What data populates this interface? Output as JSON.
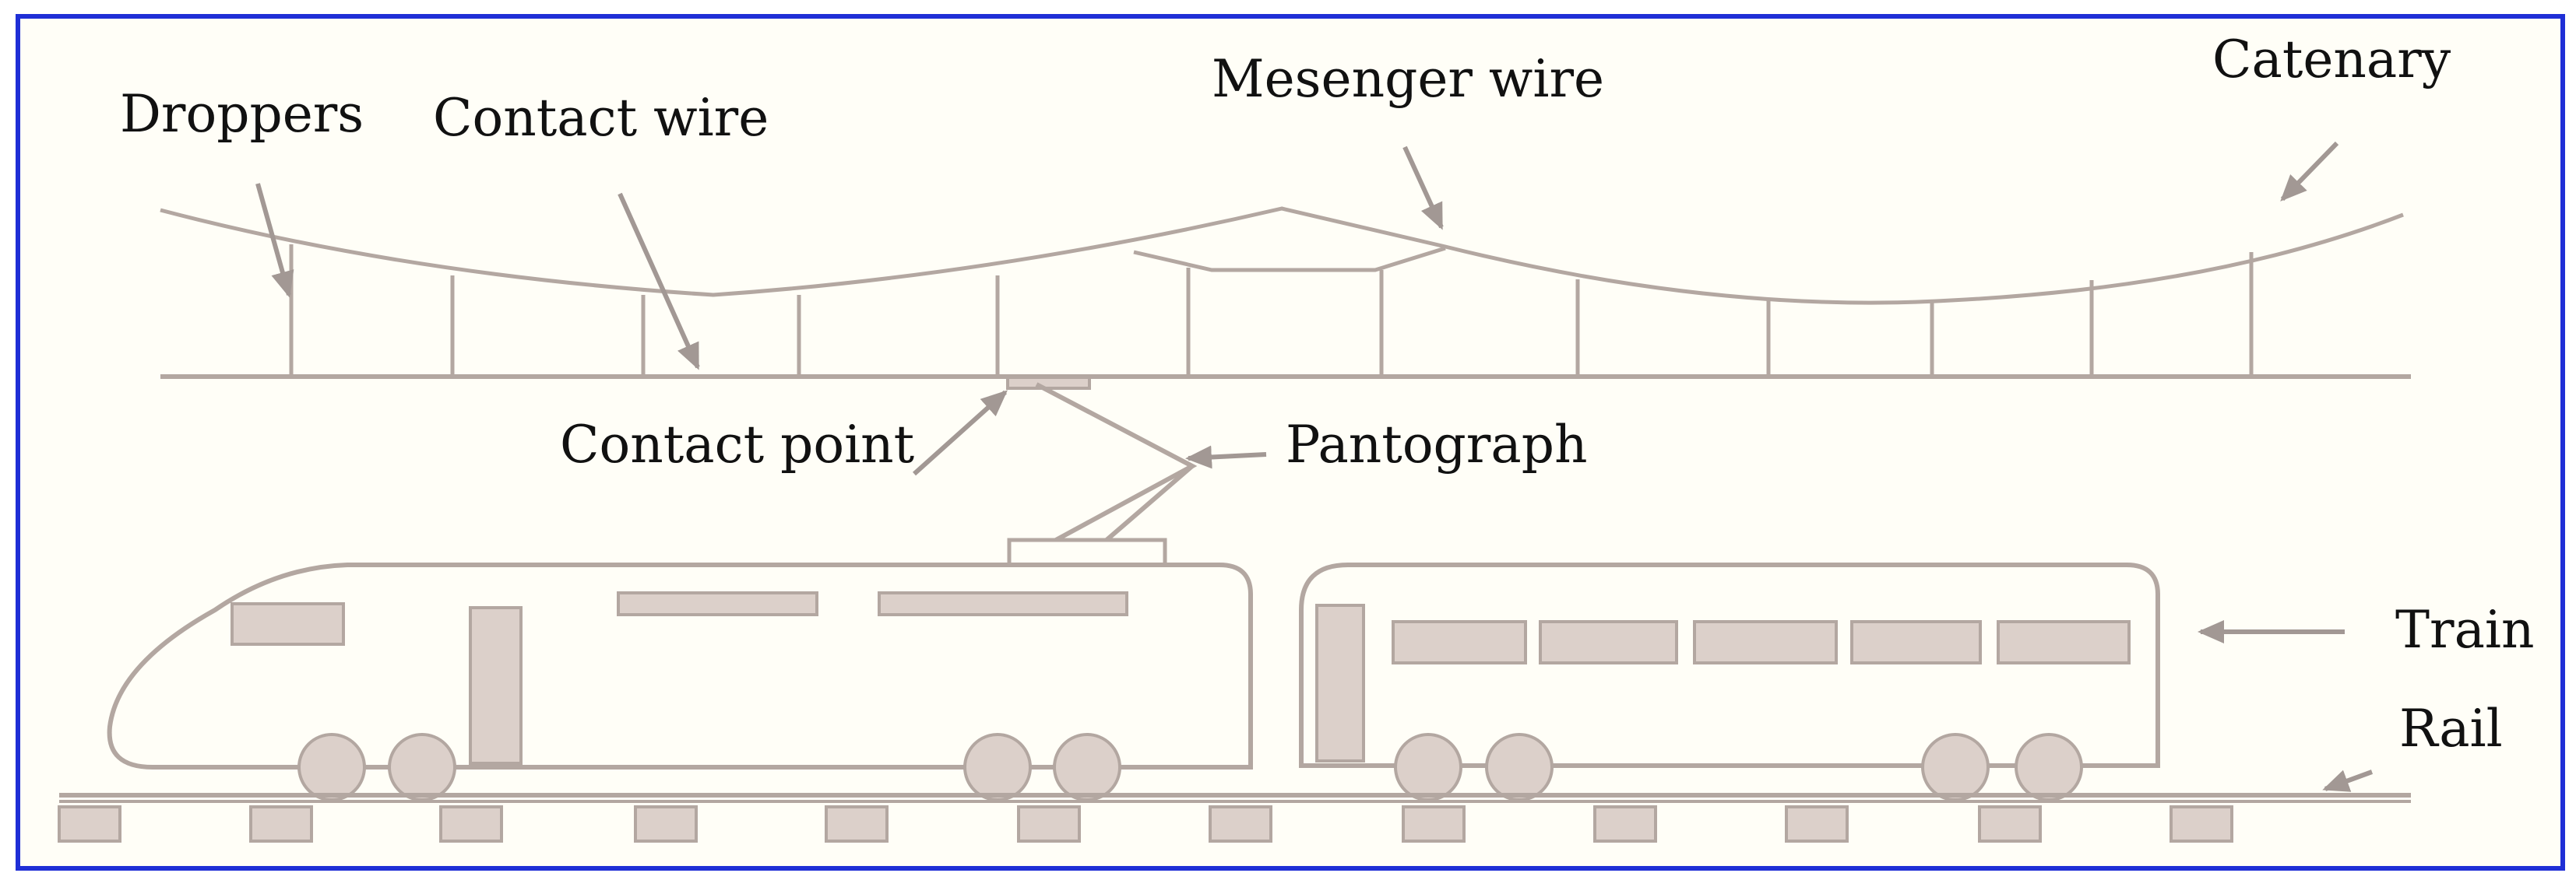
{
  "labels": {
    "droppers": "Droppers",
    "contact_wire": "Contact wire",
    "messenger_wire": "Mesenger wire",
    "catenary": "Catenary",
    "contact_point": "Contact point",
    "pantograph": "Pantograph",
    "train": "Train",
    "rail": "Rail"
  },
  "colors": {
    "frame_border": "#1f2fd6",
    "background": "#fffef7",
    "line": "#b3a7a1",
    "fill": "#dcd0ca"
  }
}
